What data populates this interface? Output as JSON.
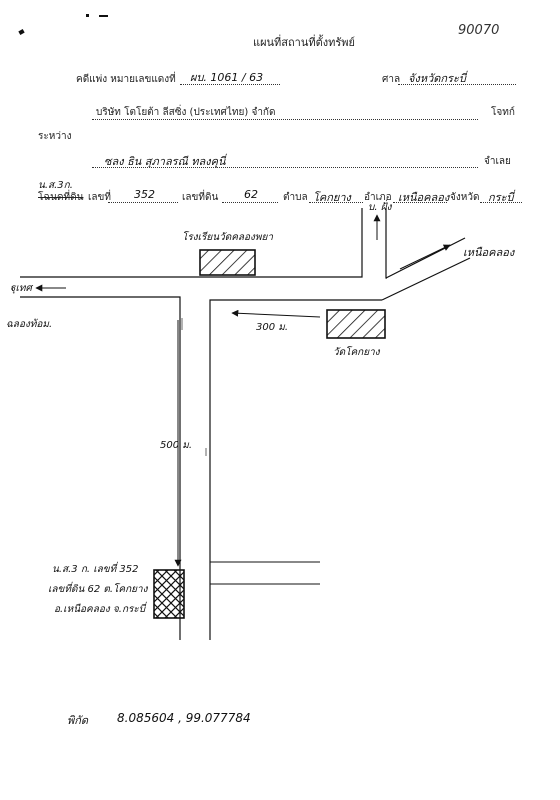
{
  "doc_number": "90070",
  "title": "แผนที่สถานที่ตั้งทรัพย์",
  "case": {
    "label": "คดีแพ่ง หมายเลขแดงที่",
    "value": "ผบ. 1061 / 63",
    "court_label": "ศาล",
    "court_value": "จังหวัดกระบี่"
  },
  "plaintiff": {
    "name": "บริษัท โตโยต้า ลีสซิ่ง (ประเทศไทย) จำกัด",
    "role": "โจทก์"
  },
  "between_label": "ระหว่าง",
  "defendant": {
    "name": "ซลง ธิน สุภาลรณี   ทลงคุนี่",
    "role": "จำเลย"
  },
  "property": {
    "deed_type_hand": "น.ส.3ก.",
    "deed_type_struck": "โฉนดที่ดิน",
    "number_label": "เลขที่",
    "number_value": "352",
    "land_no_label": "เลขที่ดิน",
    "land_no_value": "62",
    "subdistrict_label": "ตำบล",
    "subdistrict_value": "โคกยาง",
    "district_label": "อำเภอ",
    "district_value": "เหนือคลอง",
    "province_label": "จังหวัด",
    "province_value": "กระบี่"
  },
  "map": {
    "school_label": "โรงเรียนวัดคลองพยา",
    "road_to_top": "บ. ฝั่ง",
    "road_to_right": "เหนือคลอง",
    "road_to_left_1": "ฐุเทศ",
    "road_to_left_2": "ฉลองท้อม.",
    "distance_1": "300 ม.",
    "temple_label": "วัดโคกยาง",
    "distance_2": "500 ม.",
    "property_info": [
      "น.ส.3 ก. เลขที่ 352",
      "เลขที่ดิน 62 ต.โคกยาง",
      "อ.เหนือคลอง จ.กระบี่"
    ]
  },
  "coords": {
    "label": "พิกัด",
    "value": "8.085604 , 99.077784"
  }
}
